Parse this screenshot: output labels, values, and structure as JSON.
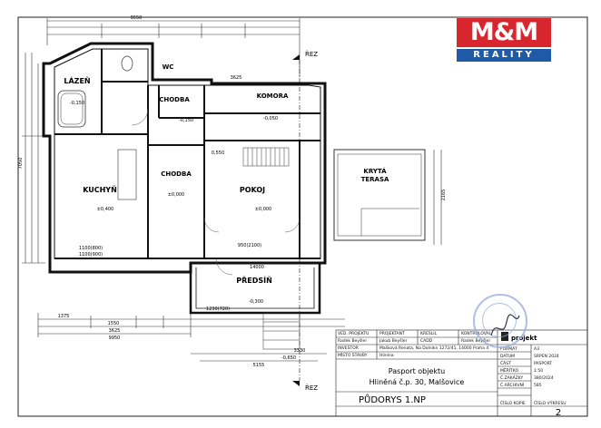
{
  "logo": {
    "top": "M&M",
    "bottom": "REALITY"
  },
  "rooms": {
    "lazen": {
      "name": "LÁZEŇ",
      "level": "-0,150"
    },
    "wc": {
      "name": "WC"
    },
    "chodba_top": {
      "name": "CHODBA",
      "level": "-0,150"
    },
    "komora": {
      "name": "KOMORA",
      "level": "-0,050"
    },
    "kuchyn": {
      "name": "KUCHYŇ",
      "level": "±0,400"
    },
    "chodba": {
      "name": "CHODBA",
      "level": "±0,000"
    },
    "pokoj": {
      "name": "POKOJ",
      "level": "±0,000"
    },
    "terasa": {
      "name1": "KRYTÁ",
      "name2": "TERASA"
    },
    "predsin": {
      "name": "PŘEDSÍŇ",
      "level": "-0,300"
    }
  },
  "labels": {
    "rez_top": "ŘEZ",
    "rez_bottom": "ŘEZ",
    "level_out": "-0,650",
    "window_a": "1100(800)",
    "window_b": "950(2100)",
    "window_c": "1100(900)",
    "window_d": "1230(720)",
    "level_550": "0,550"
  },
  "dims": {
    "top_total": "9550",
    "top_a": "3625",
    "right_a": "7050",
    "bottom_total": "9950",
    "bottom_a": "3625",
    "d1375": "1375",
    "d1550": "1550",
    "d3330": "3330",
    "d14000": "14000",
    "d5155": "5155",
    "d2165": "2165"
  },
  "title_block": {
    "header": [
      "VED. PROJEKTU",
      "PROJEKTANT",
      "KRESLIL",
      "KONTROLOVAL"
    ],
    "names": [
      "Radek Beyšler",
      "Jakub Beyšler",
      "CADD",
      "Radek Beyšler"
    ],
    "investor_label": "INVESTOR",
    "investor": "Mašková Renata, Na Dolnikn 1272/41, 14000 Praha 4",
    "stavba_label": "MÍSTO STAVBY",
    "stavba": "Hlinina",
    "project_name_1": "Pasport objektu",
    "project_name_2": "Hliněná č.p. 30, Malšovice",
    "drawing": "PŮDORYS 1.NP",
    "cislo_kopie_label": "ČÍSLO KOPIE",
    "cislo_vykresu_label": "ČÍSLO VÝKRESU",
    "cislo_vykresu": "2",
    "company": "projekt",
    "props": [
      {
        "k": "FORMÁT",
        "v": "A3"
      },
      {
        "k": "DATUM",
        "v": "SRPEN 2024"
      },
      {
        "k": "ČÁST",
        "v": "PASPORT"
      },
      {
        "k": "MĚŘÍTKO",
        "v": "1:50"
      },
      {
        "k": "Č.ZAKÁZKY",
        "v": "380/2024"
      },
      {
        "k": "Č.ARCHIVNÍ",
        "v": "585"
      }
    ]
  }
}
